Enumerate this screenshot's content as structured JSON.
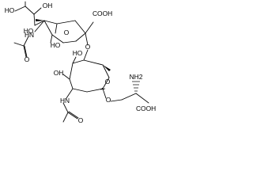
{
  "molecule": {
    "labels": {
      "ho_top_left": "HO",
      "oh_top_center": "OH",
      "ho_mid_left": "HO",
      "hn_left_top": "HN",
      "ho_sialic_ring": "HO",
      "o_acetyl_top": "O",
      "cooh_top_right": "COOH",
      "o_ring_top": "O",
      "o_glyco_link": "O",
      "ho_lower": "HO",
      "oh_lower_mid": "OH",
      "o_ring_bottom": "O",
      "hn_left_bottom": "HN",
      "o_acetyl_bottom": "O",
      "nh2": "NH2",
      "o_serine_link": "O",
      "cooh_bottom_right": "COOH"
    }
  }
}
